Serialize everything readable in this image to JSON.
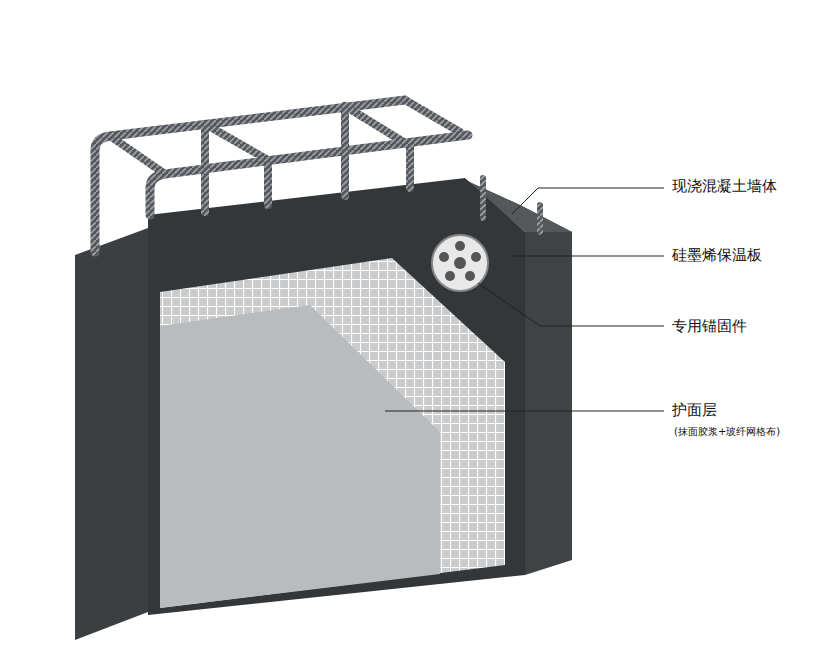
{
  "diagram": {
    "labels": [
      "现浇混凝土墙体",
      "硅墨烯保温板",
      "专用锚固件",
      "护面层",
      "(抹面胶浆+玻纤网格布)"
    ]
  }
}
